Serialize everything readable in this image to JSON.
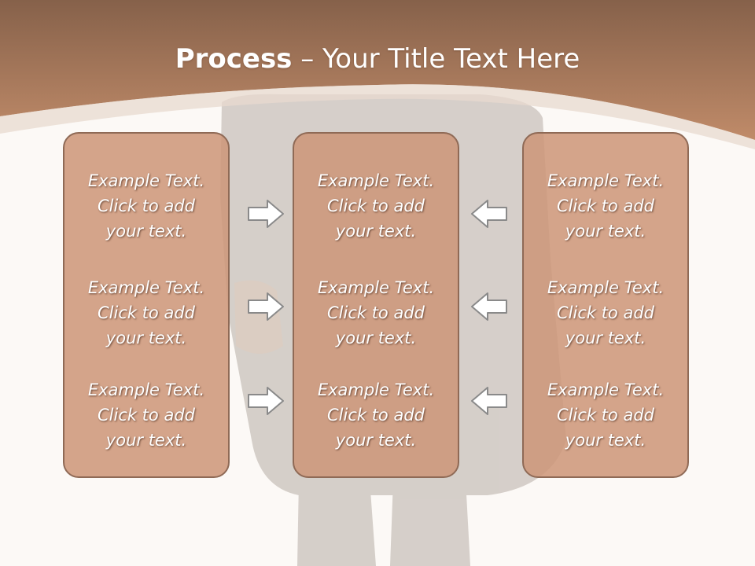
{
  "title": {
    "bold": "Process",
    "rest": " – Your Title Text Here"
  },
  "columns": [
    {
      "id": "left",
      "items": [
        {
          "line1": "Example Text.",
          "line2": "Click  to add",
          "line3": "your text."
        },
        {
          "line1": "Example Text.",
          "line2": "Click  to add",
          "line3": "your text."
        },
        {
          "line1": "Example Text.",
          "line2": "Click  to add",
          "line3": "your text."
        }
      ]
    },
    {
      "id": "middle",
      "items": [
        {
          "line1": "Example Text.",
          "line2": "Click  to add",
          "line3": "your text."
        },
        {
          "line1": "Example Text.",
          "line2": "Click  to add",
          "line3": "your text."
        },
        {
          "line1": "Example Text.",
          "line2": "Click  to add",
          "line3": "your text."
        }
      ]
    },
    {
      "id": "right",
      "items": [
        {
          "line1": "Example Text.",
          "line2": "Click  to add",
          "line3": "your text."
        },
        {
          "line1": "Example Text.",
          "line2": "Click  to add",
          "line3": "your text."
        },
        {
          "line1": "Example Text.",
          "line2": "Click  to add",
          "line3": "your text."
        }
      ]
    }
  ],
  "arrows": {
    "left_side": "arrow-right-icon",
    "right_side": "arrow-left-icon"
  },
  "colors": {
    "header": "#b47a58",
    "box": "#cd9678",
    "box_border": "#8f6a56",
    "background": "#fcf9f6"
  }
}
